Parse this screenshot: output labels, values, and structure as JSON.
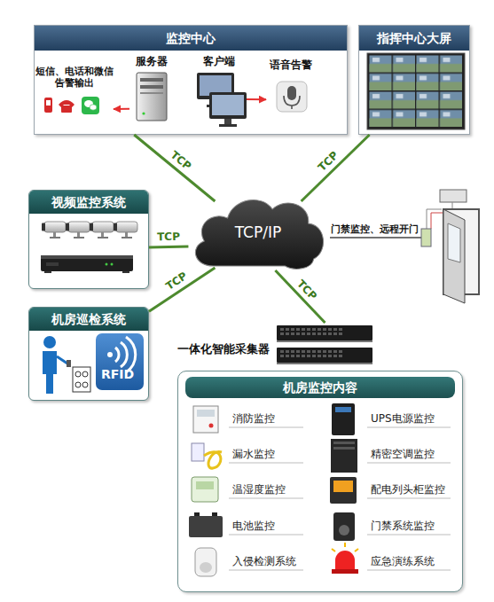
{
  "diagram": {
    "nodes": [
      {
        "text": [
          "监控中心"
        ]
      },
      {
        "text": [
          "短信、电话和微信 告警输出"
        ],
        "in": 0
      },
      {
        "text": [
          "服务器"
        ],
        "in": 0
      },
      {
        "text": [
          "客户端"
        ],
        "in": 0
      },
      {
        "text": [
          "语音告警"
        ],
        "in": 0
      },
      {
        "text": [
          "指挥中心大屏"
        ]
      },
      {
        "text": [
          "视频监控系统"
        ]
      },
      {
        "text": [
          "TCP/IP"
        ]
      },
      {
        "text": [
          "机房巡检系统"
        ]
      },
      {
        "text": [
          "一体化智能采集器"
        ]
      },
      {
        "text": [
          "机房监控内容"
        ]
      }
    ],
    "edges": [
      {
        "from": 2,
        "to": 1,
        "arrow": "to"
      },
      {
        "from": 3,
        "to": 4,
        "arrow": "to"
      },
      {
        "from": 7,
        "to": 0,
        "label": "TCP",
        "arrow": "none"
      },
      {
        "from": 7,
        "to": 5,
        "label": "TCP",
        "arrow": "none"
      },
      {
        "from": 7,
        "to": 6,
        "label": "TCP",
        "arrow": "none"
      },
      {
        "from": 7,
        "to": 8,
        "label": "TCP",
        "arrow": "none"
      },
      {
        "from": 7,
        "to": 9,
        "label": "TCP",
        "arrow": "none"
      }
    ],
    "labels": [
      "门禁监控、远程开门",
      "RFID",
      "消防监控",
      "UPS电源监控",
      "漏水监控",
      "精密空调监控",
      "温湿度监控",
      "配电列头柜监控",
      "电池监控",
      "门禁系统监控",
      "入侵检测系统",
      "应急演练系统"
    ]
  }
}
